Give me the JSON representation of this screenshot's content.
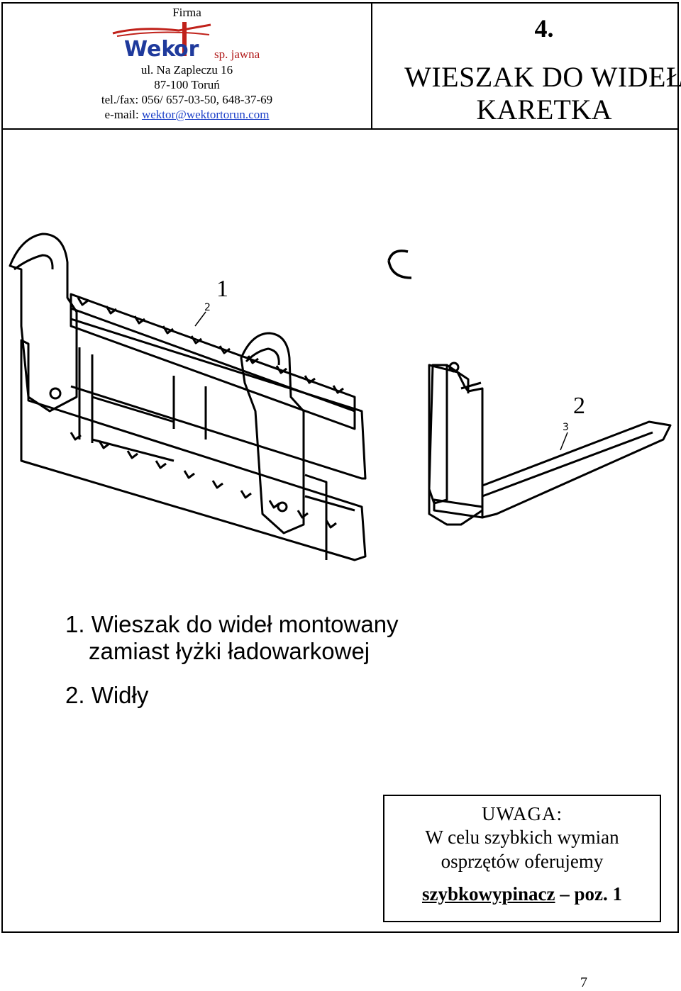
{
  "company": {
    "firma": "Firma",
    "logo_text": "Wektor",
    "legal_form": "sp. jawna",
    "address_line1": "ul. Na Zapleczu 16",
    "address_line2": "87-100 Toruń",
    "phone": "tel./fax: 056/ 657-03-50, 648-37-69",
    "email_prefix": "e-mail: ",
    "email": "wektor@wektortorun.com"
  },
  "section": {
    "number": "4.",
    "title_line1": "WIESZAK DO WIDEŁ",
    "title_line2": "KARETKA"
  },
  "figure": {
    "label_1": "1",
    "label_2": "2",
    "callout_2": "2",
    "callout_3": "3"
  },
  "captions": {
    "item1_line1": "1.  Wieszak do wideł montowany",
    "item1_line2": "zamiast łyżki ładowarkowej",
    "item2": "2.  Widły"
  },
  "note": {
    "title": "UWAGA:",
    "line1": "W celu szybkich wymian",
    "line2": "osprzętów oferujemy",
    "product": "szybkowypinacz",
    "position": " – poz. 1"
  },
  "page_number": "7"
}
